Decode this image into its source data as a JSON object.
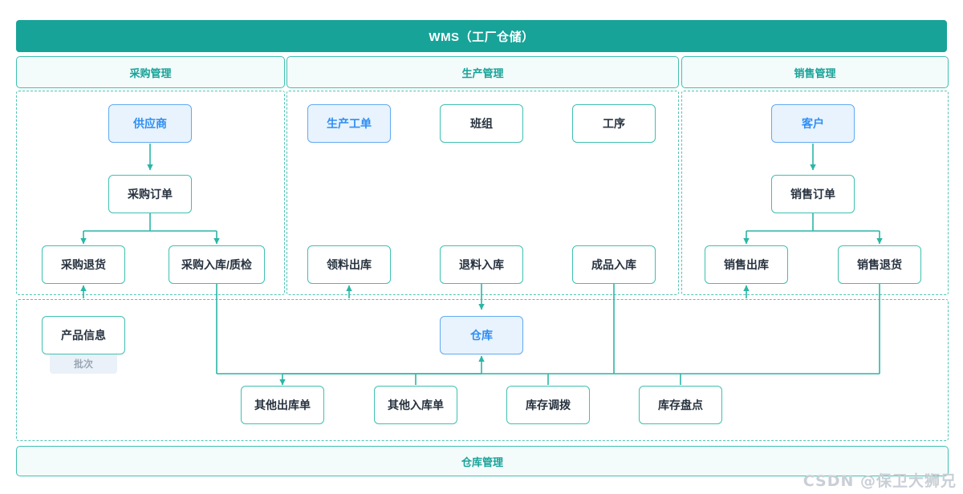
{
  "header": {
    "title": "WMS（工厂仓储）"
  },
  "groups": [
    {
      "id": "purchase",
      "label": "采购管理"
    },
    {
      "id": "produce",
      "label": "生产管理"
    },
    {
      "id": "sales",
      "label": "销售管理"
    }
  ],
  "footer": {
    "label": "仓库管理"
  },
  "nodes": {
    "supplier": {
      "label": "供应商",
      "style": "blue"
    },
    "purchase_order": {
      "label": "采购订单",
      "style": "green"
    },
    "purchase_return": {
      "label": "采购退货",
      "style": "green"
    },
    "purchase_in_qc": {
      "label": "采购入库/质检",
      "style": "green"
    },
    "work_order": {
      "label": "生产工单",
      "style": "blue"
    },
    "team": {
      "label": "班组",
      "style": "green"
    },
    "process": {
      "label": "工序",
      "style": "green"
    },
    "pick_out": {
      "label": "领料出库",
      "style": "green"
    },
    "material_return": {
      "label": "退料入库",
      "style": "green"
    },
    "finished_in": {
      "label": "成品入库",
      "style": "green"
    },
    "customer": {
      "label": "客户",
      "style": "blue"
    },
    "sales_order": {
      "label": "销售订单",
      "style": "green"
    },
    "sales_out": {
      "label": "销售出库",
      "style": "green"
    },
    "sales_return": {
      "label": "销售退货",
      "style": "green"
    },
    "product_info": {
      "label": "产品信息",
      "style": "green"
    },
    "batch_badge": {
      "label": "批次"
    },
    "warehouse": {
      "label": "仓库",
      "style": "blue"
    },
    "other_out": {
      "label": "其他出库单",
      "style": "green"
    },
    "other_in": {
      "label": "其他入库单",
      "style": "green"
    },
    "stock_transfer": {
      "label": "库存调拨",
      "style": "green"
    },
    "stock_count": {
      "label": "库存盘点",
      "style": "green"
    }
  },
  "colors": {
    "brand_teal": "#17a398",
    "line_green": "#3fc0b0",
    "node_blue_border": "#61aaf2",
    "node_blue_fill": "#e8f3fd",
    "node_blue_text": "#2f8ef4",
    "group_fill": "#f4fbfb",
    "badge_fill": "#eaf1f8",
    "badge_text": "#9aa7b4"
  },
  "watermark": {
    "text": "CSDN @保卫大狮兄"
  }
}
